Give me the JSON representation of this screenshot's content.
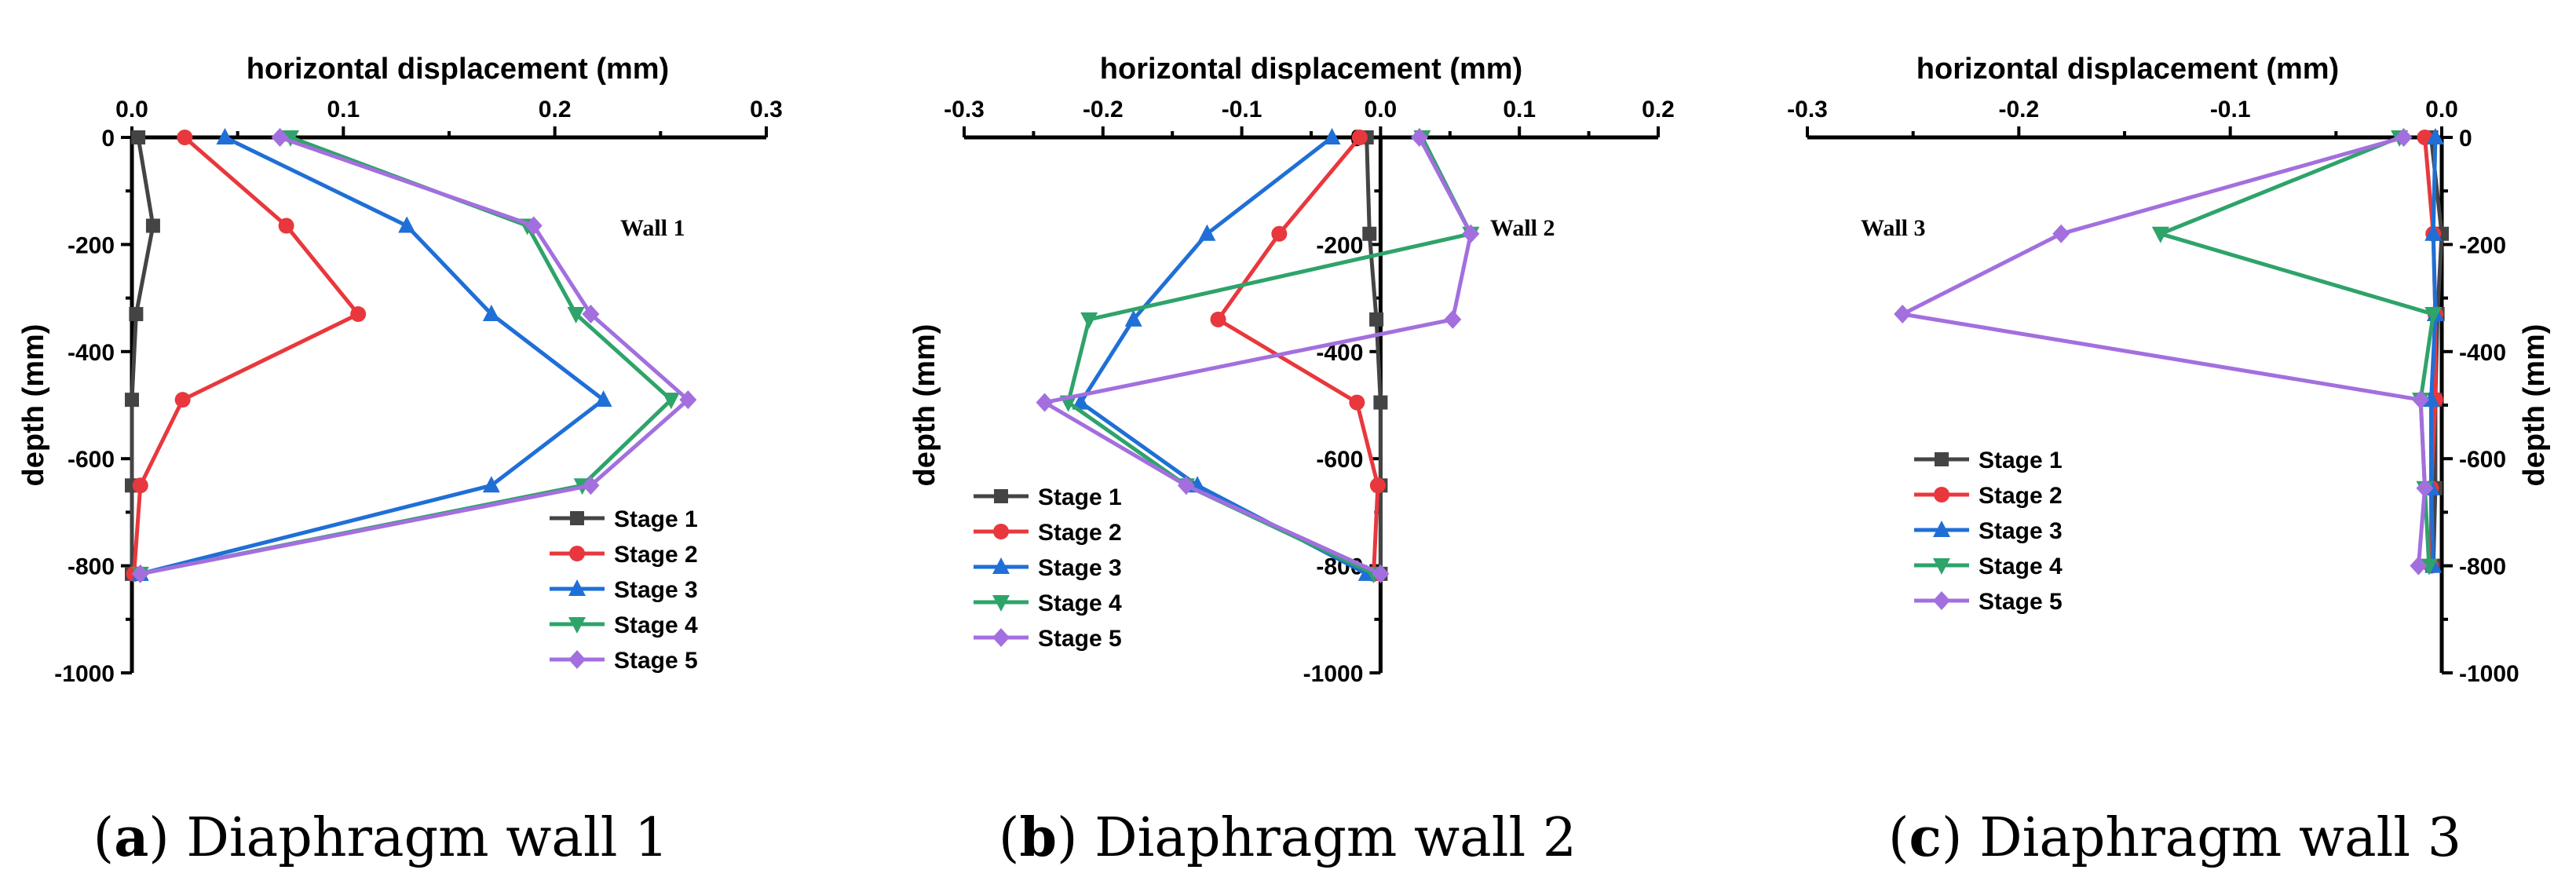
{
  "figure": {
    "captions": [
      {
        "letter": "a",
        "text": "Diaphragm wall 1"
      },
      {
        "letter": "b",
        "text": "Diaphragm wall 2"
      },
      {
        "letter": "c",
        "text": "Diaphragm wall 3"
      }
    ]
  },
  "chart_data": [
    {
      "type": "line",
      "panel": "a",
      "title": "",
      "xlabel": "horizontal displacement (mm)",
      "ylabel": "depth (mm)",
      "xlim": [
        0.0,
        0.3
      ],
      "ylim": [
        -1000,
        0
      ],
      "xticks": [
        "0.0",
        "0.1",
        "0.2",
        "0.3"
      ],
      "yticks": [
        "0",
        "-200",
        "-400",
        "-600",
        "-800",
        "-1000"
      ],
      "annotation": "Wall 1",
      "legend": "bottom-right",
      "grid": false,
      "series": [
        {
          "name": "Stage 1",
          "color": "#444444",
          "marker": "square",
          "x": [
            0.003,
            0.01,
            0.002,
            0.0,
            0.0,
            0.0
          ],
          "y": [
            0,
            -165,
            -330,
            -490,
            -650,
            -815
          ]
        },
        {
          "name": "Stage 2",
          "color": "#e8383d",
          "marker": "circle",
          "x": [
            0.025,
            0.073,
            0.107,
            0.024,
            0.004,
            0.001
          ],
          "y": [
            0,
            -165,
            -330,
            -490,
            -650,
            -815
          ]
        },
        {
          "name": "Stage 3",
          "color": "#1f6fd6",
          "marker": "triangle-up",
          "x": [
            0.044,
            0.13,
            0.17,
            0.223,
            0.17,
            0.004
          ],
          "y": [
            0,
            -165,
            -330,
            -490,
            -650,
            -815
          ]
        },
        {
          "name": "Stage 4",
          "color": "#2ea36a",
          "marker": "triangle-down",
          "x": [
            0.075,
            0.187,
            0.21,
            0.255,
            0.213,
            0.004
          ],
          "y": [
            0,
            -165,
            -330,
            -490,
            -650,
            -815
          ]
        },
        {
          "name": "Stage 5",
          "color": "#a36fde",
          "marker": "diamond",
          "x": [
            0.07,
            0.19,
            0.217,
            0.263,
            0.217,
            0.004
          ],
          "y": [
            0,
            -165,
            -330,
            -490,
            -650,
            -815
          ]
        }
      ]
    },
    {
      "type": "line",
      "panel": "b",
      "title": "",
      "xlabel": "horizontal displacement (mm)",
      "ylabel": "depth (mm)",
      "xlim": [
        -0.3,
        0.2
      ],
      "ylim": [
        -1000,
        0
      ],
      "xticks": [
        "-0.3",
        "-0.2",
        "-0.1",
        "0.0",
        "0.1",
        "0.2"
      ],
      "yticks": [
        "0",
        "-200",
        "-400",
        "-600",
        "-800",
        "-1000"
      ],
      "annotation": "Wall 2",
      "legend": "bottom-left",
      "grid": false,
      "series": [
        {
          "name": "Stage 1",
          "color": "#444444",
          "marker": "square",
          "x": [
            -0.01,
            -0.008,
            -0.003,
            0.0,
            0.0,
            0.0
          ],
          "y": [
            0,
            -180,
            -340,
            -495,
            -650,
            -815
          ]
        },
        {
          "name": "Stage 2",
          "color": "#e8383d",
          "marker": "circle",
          "x": [
            -0.015,
            -0.073,
            -0.117,
            -0.017,
            -0.002,
            -0.005
          ],
          "y": [
            0,
            -180,
            -340,
            -495,
            -650,
            -815
          ]
        },
        {
          "name": "Stage 3",
          "color": "#1f6fd6",
          "marker": "triangle-up",
          "x": [
            -0.035,
            -0.125,
            -0.178,
            -0.216,
            -0.132,
            -0.01
          ],
          "y": [
            0,
            -180,
            -340,
            -495,
            -650,
            -815
          ]
        },
        {
          "name": "Stage 4",
          "color": "#2ea36a",
          "marker": "triangle-down",
          "x": [
            0.03,
            0.065,
            -0.21,
            -0.225,
            -0.14,
            -0.005
          ],
          "y": [
            0,
            -180,
            -340,
            -495,
            -650,
            -815
          ]
        },
        {
          "name": "Stage 5",
          "color": "#a36fde",
          "marker": "diamond",
          "x": [
            0.028,
            0.065,
            0.052,
            -0.242,
            -0.14,
            0.0
          ],
          "y": [
            0,
            -180,
            -340,
            -495,
            -650,
            -815
          ]
        }
      ]
    },
    {
      "type": "line",
      "panel": "c",
      "title": "",
      "xlabel": "horizontal displacement (mm)",
      "ylabel": "depth (mm)",
      "xlim": [
        -0.3,
        0.0
      ],
      "ylim": [
        -1000,
        0
      ],
      "xticks": [
        "-0.3",
        "-0.2",
        "-0.1",
        "0.0"
      ],
      "yticks": [
        "0",
        "-200",
        "-400",
        "-600",
        "-800",
        "-1000"
      ],
      "annotation": "Wall 3",
      "legend": "center-left",
      "grid": false,
      "series": [
        {
          "name": "Stage 1",
          "color": "#444444",
          "marker": "square",
          "x": [
            -0.005,
            0.0,
            -0.002,
            -0.003,
            -0.003,
            -0.004
          ],
          "y": [
            0,
            -180,
            -330,
            -490,
            -655,
            -800
          ]
        },
        {
          "name": "Stage 2",
          "color": "#e8383d",
          "marker": "circle",
          "x": [
            -0.008,
            -0.004,
            -0.003,
            -0.003,
            -0.005,
            -0.005
          ],
          "y": [
            0,
            -180,
            -330,
            -490,
            -655,
            -800
          ]
        },
        {
          "name": "Stage 3",
          "color": "#1f6fd6",
          "marker": "triangle-up",
          "x": [
            -0.003,
            -0.004,
            -0.003,
            -0.005,
            -0.005,
            -0.004
          ],
          "y": [
            0,
            -180,
            -330,
            -490,
            -655,
            -800
          ]
        },
        {
          "name": "Stage 4",
          "color": "#2ea36a",
          "marker": "triangle-down",
          "x": [
            -0.02,
            -0.133,
            -0.004,
            -0.01,
            -0.008,
            -0.006
          ],
          "y": [
            0,
            -180,
            -330,
            -490,
            -655,
            -800
          ]
        },
        {
          "name": "Stage 5",
          "color": "#a36fde",
          "marker": "diamond",
          "x": [
            -0.018,
            -0.18,
            -0.255,
            -0.01,
            -0.008,
            -0.011
          ],
          "y": [
            0,
            -180,
            -330,
            -490,
            -655,
            -800
          ]
        }
      ]
    }
  ]
}
